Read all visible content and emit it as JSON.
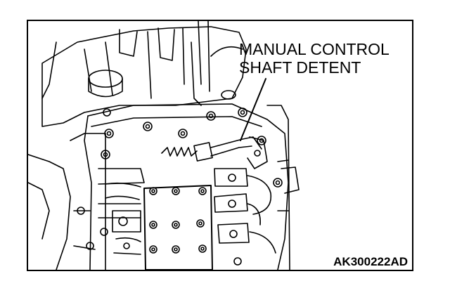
{
  "callout": {
    "line1": "MANUAL CONTROL",
    "line2": "SHAFT DETENT"
  },
  "figure_code": "AK300222AD",
  "colors": {
    "line": "#000000",
    "background": "#ffffff"
  }
}
